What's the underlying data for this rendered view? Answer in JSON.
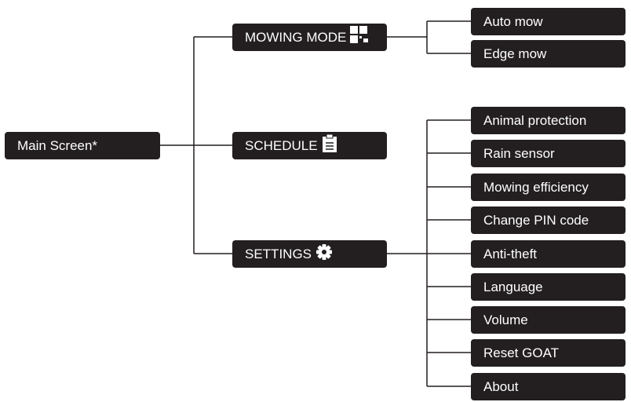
{
  "root": {
    "label": "Main Screen*"
  },
  "menus": {
    "mowing_mode": {
      "label": "MOWING MODE",
      "icon": "grid-timer-icon"
    },
    "schedule": {
      "label": "SCHEDULE",
      "icon": "clipboard-icon"
    },
    "settings": {
      "label": "SETTINGS",
      "icon": "gear-icon"
    }
  },
  "mowing_mode_items": [
    "Auto mow",
    "Edge mow"
  ],
  "settings_items": [
    "Animal protection",
    "Rain sensor",
    "Mowing efficiency",
    "Change PIN code",
    "Anti-theft",
    "Language",
    "Volume",
    "Reset GOAT",
    "About"
  ],
  "colors": {
    "node_fill": "#231f20",
    "node_text": "#ffffff",
    "line": "#231f20"
  }
}
